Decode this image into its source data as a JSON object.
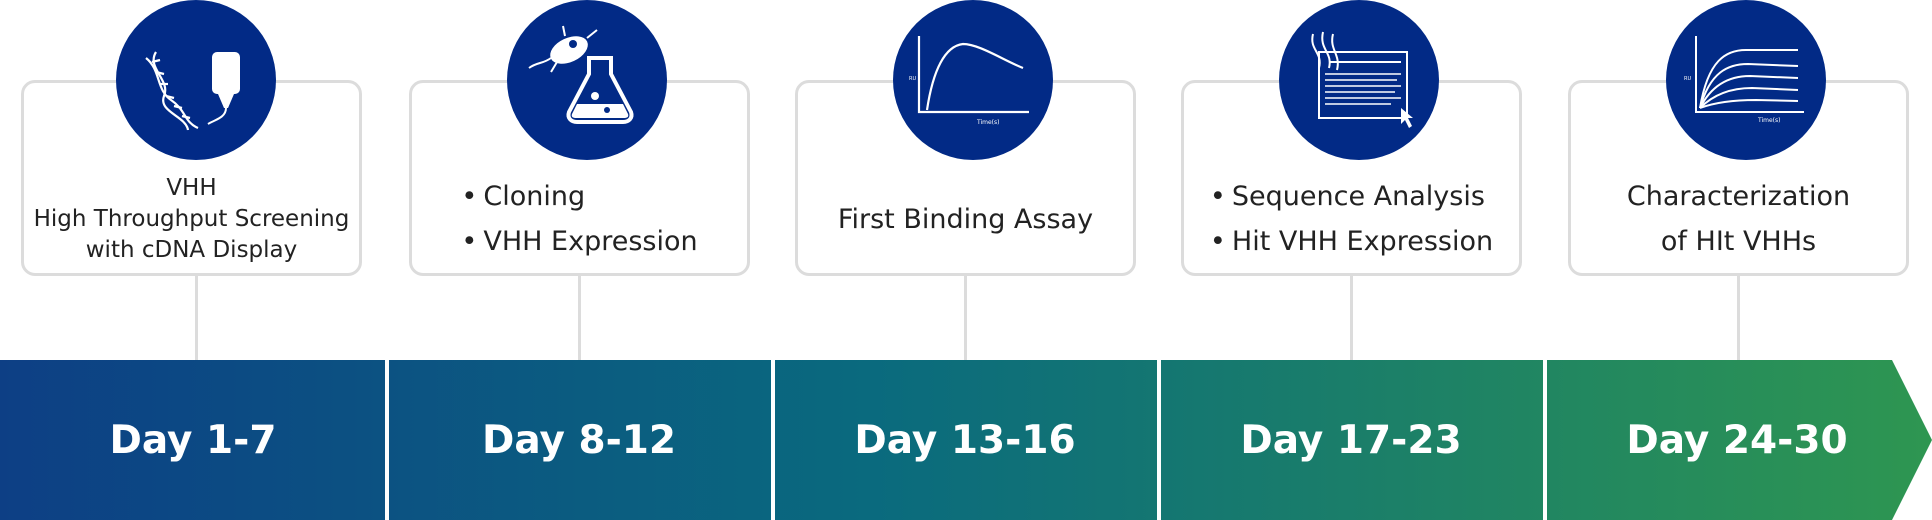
{
  "steps": [
    {
      "lines": [
        "VHH",
        "High Throughput Screening",
        "with cDNA Display"
      ],
      "day": "Day 1-7"
    },
    {
      "bullets": [
        "Cloning",
        "VHH Expression"
      ],
      "day": "Day 8-12"
    },
    {
      "lines": [
        "First Binding Assay"
      ],
      "day": "Day 13-16"
    },
    {
      "bullets": [
        "Sequence Analysis",
        "Hit VHH Expression"
      ],
      "day": "Day 17-23"
    },
    {
      "lines": [
        "Characterization",
        "of HIt VHHs"
      ],
      "day": "Day 24-30"
    }
  ],
  "icons": [
    "dna-vial-icon",
    "bacteria-flask-icon",
    "binding-curve-icon",
    "sequence-analysis-icon",
    "multi-curve-icon"
  ],
  "colors": {
    "circle": "#022a86",
    "band_start": "#0d3f85",
    "band_end": "#2e9651",
    "card_border": "#dcdcdc"
  }
}
